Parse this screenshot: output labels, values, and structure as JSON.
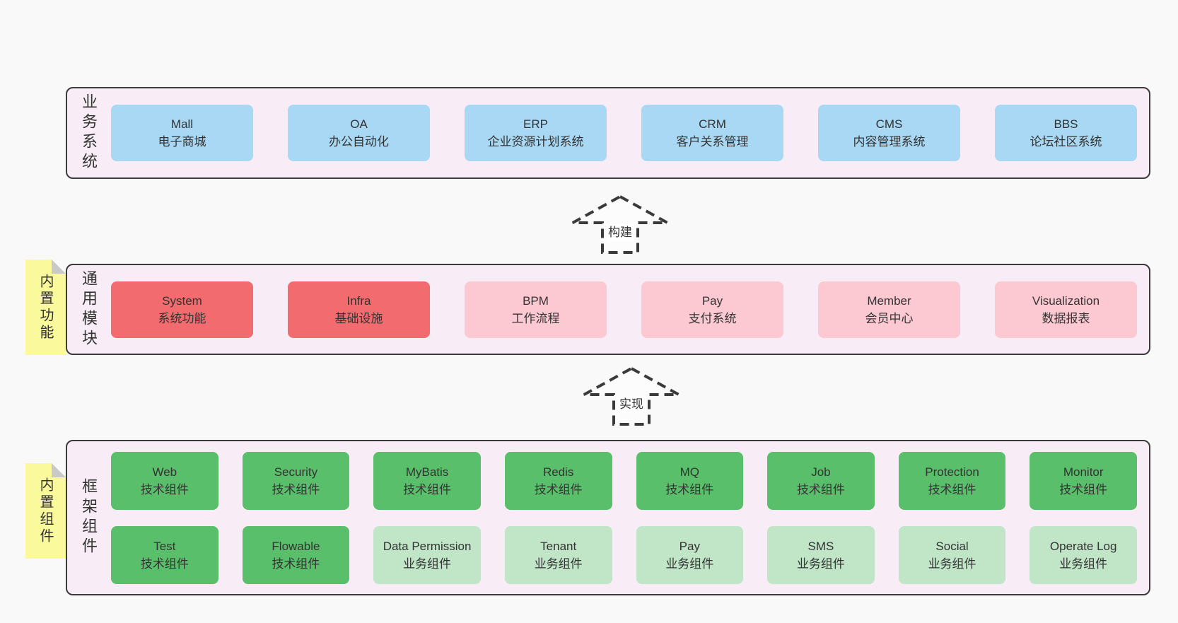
{
  "colors": {
    "page_bg": "#f9f9f9",
    "panel_bg": "#f8edf6",
    "panel_border": "#3b3b3b",
    "box_blue": "#a8d8f3",
    "box_red": "#f26b6e",
    "box_pink": "#fcc9d2",
    "box_green": "#5abf6a",
    "box_light_green": "#c0e5c7",
    "sticky_yellow": "#fafa9d",
    "sticky_fold_gray": "#c9c9c9",
    "text": "#333333"
  },
  "arrows": {
    "build": "构建",
    "implement": "实现"
  },
  "sections": {
    "business": {
      "label": "业务系统",
      "boxes": [
        {
          "title": "Mall",
          "subtitle": "电子商城",
          "variant": "blue"
        },
        {
          "title": "OA",
          "subtitle": "办公自动化",
          "variant": "blue"
        },
        {
          "title": "ERP",
          "subtitle": "企业资源计划系统",
          "variant": "blue"
        },
        {
          "title": "CRM",
          "subtitle": "客户关系管理",
          "variant": "blue"
        },
        {
          "title": "CMS",
          "subtitle": "内容管理系统",
          "variant": "blue"
        },
        {
          "title": "BBS",
          "subtitle": "论坛社区系统",
          "variant": "blue"
        }
      ]
    },
    "modules": {
      "label": "通用模块",
      "sticky": "内置功能",
      "boxes": [
        {
          "title": "System",
          "subtitle": "系统功能",
          "variant": "red"
        },
        {
          "title": "Infra",
          "subtitle": "基础设施",
          "variant": "red"
        },
        {
          "title": "BPM",
          "subtitle": "工作流程",
          "variant": "pink"
        },
        {
          "title": "Pay",
          "subtitle": "支付系统",
          "variant": "pink"
        },
        {
          "title": "Member",
          "subtitle": "会员中心",
          "variant": "pink"
        },
        {
          "title": "Visualization",
          "subtitle": "数据报表",
          "variant": "pink"
        }
      ]
    },
    "components": {
      "label": "框架组件",
      "sticky": "内置组件",
      "row1": [
        {
          "title": "Web",
          "subtitle": "技术组件",
          "variant": "green"
        },
        {
          "title": "Security",
          "subtitle": "技术组件",
          "variant": "green"
        },
        {
          "title": "MyBatis",
          "subtitle": "技术组件",
          "variant": "green"
        },
        {
          "title": "Redis",
          "subtitle": "技术组件",
          "variant": "green"
        },
        {
          "title": "MQ",
          "subtitle": "技术组件",
          "variant": "green"
        },
        {
          "title": "Job",
          "subtitle": "技术组件",
          "variant": "green"
        },
        {
          "title": "Protection",
          "subtitle": "技术组件",
          "variant": "green"
        },
        {
          "title": "Monitor",
          "subtitle": "技术组件",
          "variant": "green"
        }
      ],
      "row2": [
        {
          "title": "Test",
          "subtitle": "技术组件",
          "variant": "green"
        },
        {
          "title": "Flowable",
          "subtitle": "技术组件",
          "variant": "green"
        },
        {
          "title": "Data Permission",
          "subtitle": "业务组件",
          "variant": "lightgreen"
        },
        {
          "title": "Tenant",
          "subtitle": "业务组件",
          "variant": "lightgreen"
        },
        {
          "title": "Pay",
          "subtitle": "业务组件",
          "variant": "lightgreen"
        },
        {
          "title": "SMS",
          "subtitle": "业务组件",
          "variant": "lightgreen"
        },
        {
          "title": "Social",
          "subtitle": "业务组件",
          "variant": "lightgreen"
        },
        {
          "title": "Operate Log",
          "subtitle": "业务组件",
          "variant": "lightgreen"
        }
      ]
    }
  }
}
